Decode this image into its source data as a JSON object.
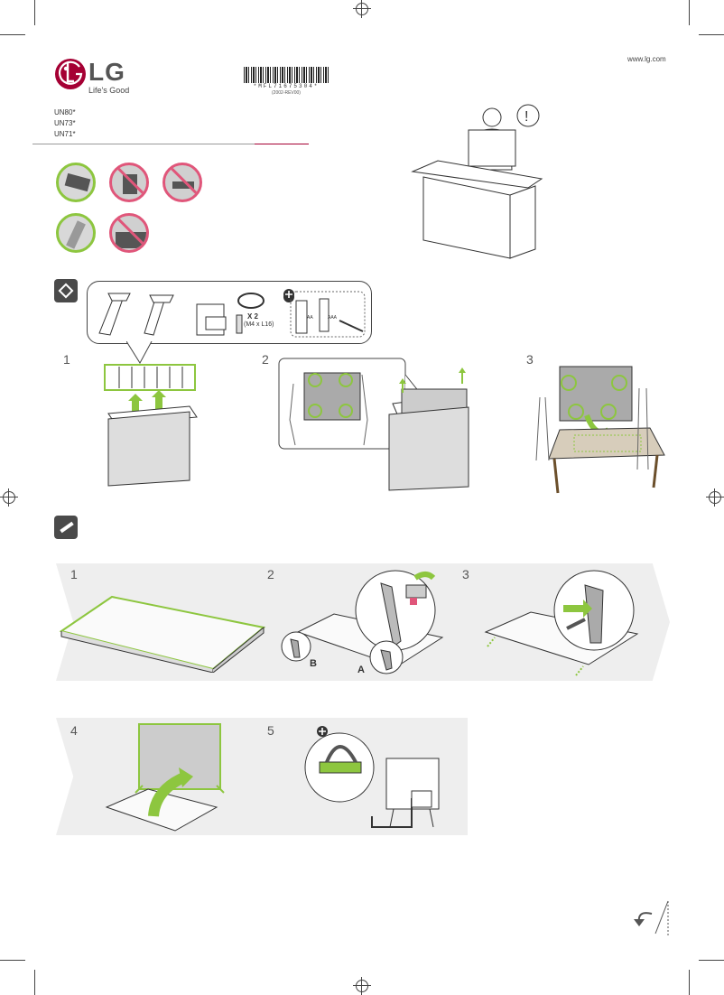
{
  "header": {
    "brand": "LG",
    "tagline": "Life's Good",
    "website": "www.lg.com",
    "barcode_text": "*MFL71675304*",
    "barcode_rev": "(2002-REV00)"
  },
  "models": [
    "UN80*",
    "UN73*",
    "UN71*"
  ],
  "unpacking_steps": [
    "1",
    "2",
    "3"
  ],
  "assembly_steps": [
    "1",
    "2",
    "3",
    "4",
    "5"
  ],
  "components": {
    "screw_count": "X 2",
    "screw_size": "(M4 x L16)",
    "battery_aa": "AA",
    "battery_aaa": "AAA"
  },
  "labels": {
    "stand_b": "B",
    "stand_a": "A",
    "warning": "!",
    "plus": "+"
  },
  "colors": {
    "accent_green": "#8dc63f",
    "warning_pink": "#e0567a",
    "lg_red": "#a50034",
    "panel_gray": "#eeeeee"
  }
}
